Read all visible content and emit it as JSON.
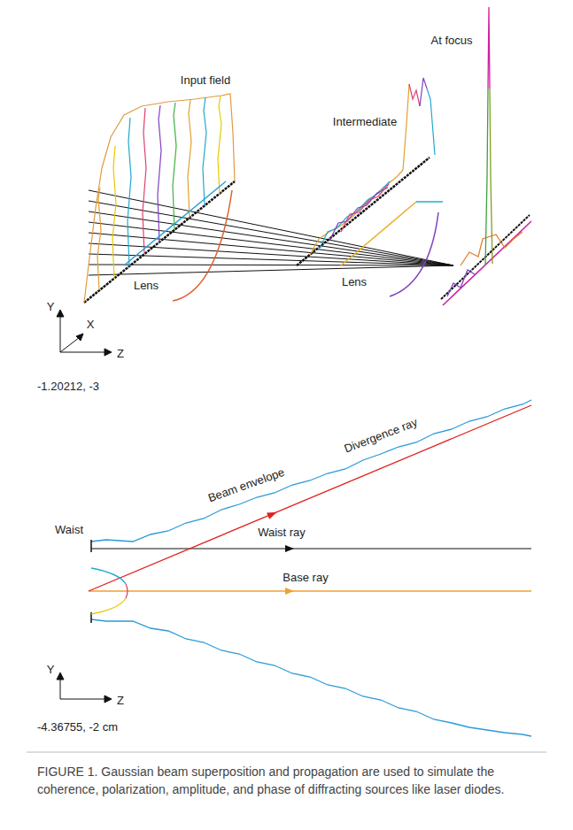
{
  "diagram": {
    "caption": "FIGURE 1. Gaussian beam superposition and propagation are used to simulate the coherence, polarization, amplitude, and phase of diffracting sources like laser diodes.",
    "labels": [
      "Input field",
      "Intermediate",
      "At focus",
      "Lens",
      "Lens",
      "Y",
      "X",
      "Z",
      "-1.20212, -3",
      "Beam envelope",
      "Divergence ray",
      "Waist ray",
      "Waist",
      "Base ray",
      "Y",
      "Z",
      "-4.36755, -2 cm"
    ]
  }
}
